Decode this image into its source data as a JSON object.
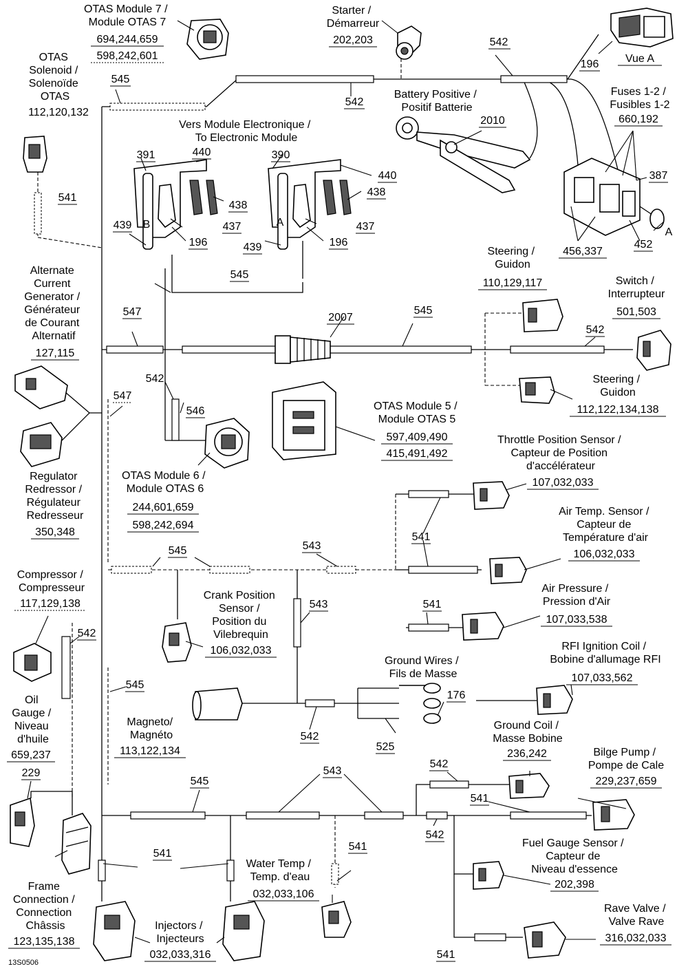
{
  "labels": {
    "otas_mod7": [
      "OTAS Module 7 /",
      "Module OTAS 7"
    ],
    "otas_mod7_refs": [
      "694,244,659",
      "598,242,601"
    ],
    "starter": [
      "Starter /",
      "Démarreur"
    ],
    "starter_refs": "202,203",
    "ref_542_top": "542",
    "ref_196_top": "196",
    "vue_a": "Vue A",
    "otas_sol": [
      "OTAS",
      "Solenoid /",
      "Solenoïde",
      "OTAS"
    ],
    "otas_sol_refs": "112,120,132",
    "ref_545_a": "545",
    "ref_542_b": "542",
    "battery": [
      "Battery Positive /",
      "Positif Batterie"
    ],
    "ref_2010": "2010",
    "fuses": [
      "Fuses 1-2 /",
      "Fusibles 1-2"
    ],
    "fuses_refs": "660,192",
    "vers_module": [
      "Vers Module Electronique /",
      "To Electronic Module"
    ],
    "ref_391": "391",
    "ref_440_a": "440",
    "ref_390": "390",
    "ref_440_b": "440",
    "ref_438_a": "438",
    "ref_438_b": "438",
    "ref_387": "387",
    "ref_541_a": "541",
    "ref_439_a": "439",
    "ref_437_a": "437",
    "ref_196_a": "196",
    "ref_439_b": "439",
    "ref_437_b": "437",
    "ref_196_b": "196",
    "ref_456": "456,337",
    "ref_452": "452",
    "letter_a": "A",
    "letter_b": "B",
    "letter_a2": "A",
    "ref_545_b": "545",
    "alt_gen": [
      "Alternate",
      "Current",
      "Generator /",
      "Générateur",
      "de Courant",
      "Alternatif"
    ],
    "alt_gen_refs": "127,115",
    "steering1": [
      "Steering /",
      "Guidon"
    ],
    "steering1_refs": "110,129,117",
    "switch": [
      "Switch /",
      "Interrupteur"
    ],
    "switch_refs": "501,503",
    "ref_547_a": "547",
    "ref_2007": "2007",
    "ref_545_c": "545",
    "ref_542_c": "542",
    "ref_542_d": "542",
    "ref_547_b": "547",
    "ref_546": "546",
    "steering2": [
      "Steering /",
      "Guidon"
    ],
    "steering2_refs": "112,122,134,138",
    "otas_mod5": [
      "OTAS Module 5 /",
      "Module OTAS 5"
    ],
    "otas_mod5_refs": [
      "597,409,490",
      "415,491,492"
    ],
    "throttle": [
      "Throttle Position Sensor /",
      "Capteur de Position",
      "d'accélérateur"
    ],
    "throttle_refs": "107,032,033",
    "regulator": [
      "Regulator",
      "Redressor /",
      "Régulateur",
      "Redresseur"
    ],
    "regulator_refs": "350,348",
    "otas_mod6": [
      "OTAS Module 6 /",
      "Module OTAS 6"
    ],
    "otas_mod6_refs": [
      "244,601,659",
      "598,242,694"
    ],
    "air_temp": [
      "Air Temp. Sensor /",
      "Capteur de",
      "Température d'air"
    ],
    "air_temp_refs": "106,032,033",
    "ref_541_b": "541",
    "ref_545_d": "545",
    "ref_543_a": "543",
    "compressor": [
      "Compressor /",
      "Compresseur"
    ],
    "compressor_refs": "117,129,138",
    "crank": [
      "Crank Position",
      "Sensor /",
      "Position du",
      "Vilebrequin"
    ],
    "crank_refs": "106,032,033",
    "ref_543_b": "543",
    "air_press": [
      "Air Pressure /",
      "Pression d'Air"
    ],
    "air_press_refs": "107,033,538",
    "ref_541_c": "541",
    "ref_542_e": "542",
    "rfi": [
      "RFI Ignition Coil /",
      "Bobine d'allumage RFI"
    ],
    "rfi_refs": "107,033,562",
    "ground_wires": [
      "Ground Wires /",
      "Fils de Masse"
    ],
    "ref_176": "176",
    "oil": [
      "Oil",
      "Gauge /",
      "Niveau",
      "d'huile"
    ],
    "oil_refs": "659,237",
    "ref_545_e": "545",
    "magneto": [
      "Magneto/",
      "Magnéto"
    ],
    "magneto_refs": "113,122,134",
    "ref_542_f": "542",
    "ref_525": "525",
    "ground_coil": [
      "Ground Coil /",
      "Masse Bobine"
    ],
    "ground_coil_refs": "236,242",
    "ref_229": "229",
    "bilge": [
      "Bilge Pump /",
      "Pompe de Cale"
    ],
    "bilge_refs": "229,237,659",
    "ref_545_f": "545",
    "ref_543_c": "543",
    "ref_542_g": "542",
    "ref_541_d": "541",
    "ref_542_h": "542",
    "ref_541_e": "541",
    "ref_541_f": "541",
    "water_temp": [
      "Water Temp /",
      "Temp. d'eau"
    ],
    "water_temp_refs": "032,033,106",
    "fuel_gauge": [
      "Fuel Gauge Sensor /",
      "Capteur de",
      "Niveau d'essence"
    ],
    "fuel_gauge_refs": "202,398",
    "frame": [
      "Frame",
      "Connection /",
      "Connection",
      "Châssis"
    ],
    "frame_refs": "123,135,138",
    "injectors": [
      "Injectors /",
      "Injecteurs"
    ],
    "injectors_refs": "032,033,316",
    "rave": [
      "Rave Valve /",
      "Valve Rave"
    ],
    "rave_refs": "316,032,033",
    "ref_541_g": "541",
    "figure_code": "13S0506"
  }
}
